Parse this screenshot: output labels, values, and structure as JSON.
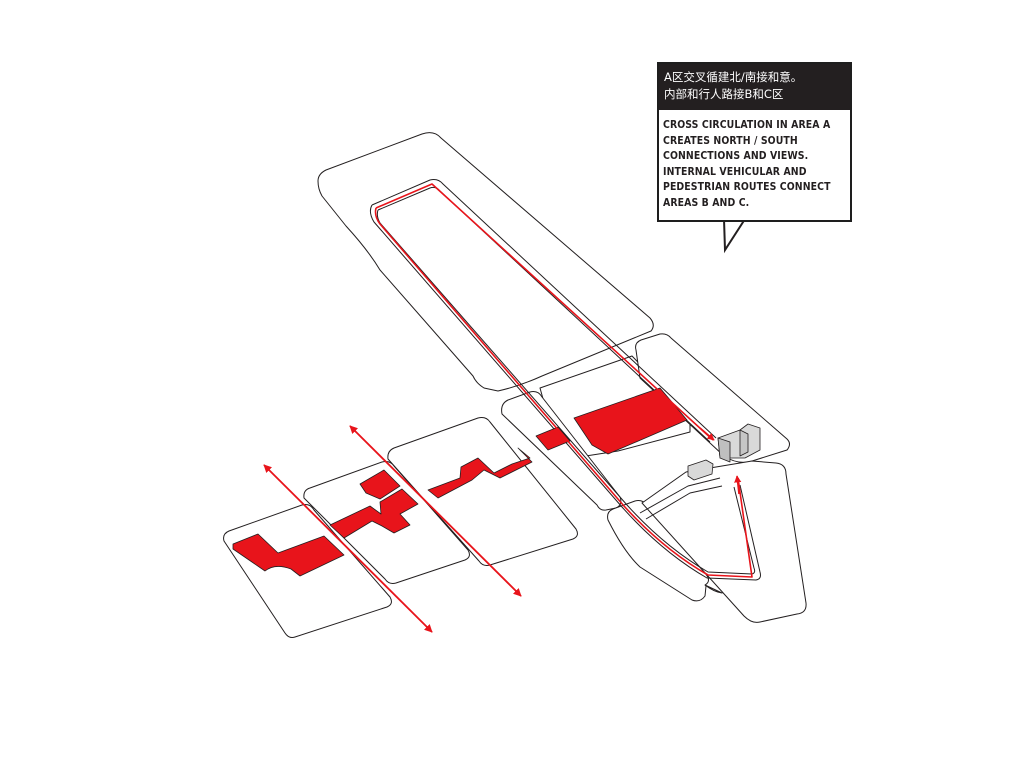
{
  "callout": {
    "header_lines": [
      "A区交叉循建北/南接和意。",
      "内部和行人路接B和C区"
    ],
    "body_lines": [
      "CROSS CIRCULATION IN AREA A",
      "CREATES NORTH / SOUTH",
      "CONNECTIONS AND VIEWS.",
      "INTERNAL VEHICULAR AND",
      "PEDESTRIAN ROUTES CONNECT",
      "AREAS B AND C."
    ]
  },
  "colors": {
    "accent": "#e8141b",
    "outline": "#231f20",
    "building": "#d9d9d9",
    "background": "#ffffff"
  }
}
